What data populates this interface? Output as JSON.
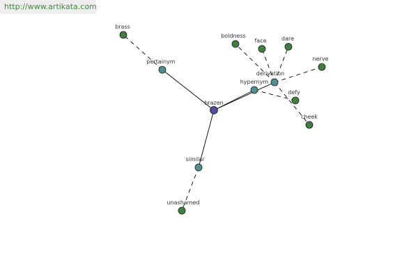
{
  "watermark": {
    "text": "http://www.artikata.com"
  },
  "colors": {
    "center": "#4b4f9e",
    "relation": "#4e8f91",
    "leaf": "#3f7f3f",
    "edge": "#000000"
  },
  "graph": {
    "nodes": [
      {
        "id": "brazen",
        "label": "brazen",
        "kind": "center"
      },
      {
        "id": "pertainym",
        "label": "pertainym",
        "kind": "relation"
      },
      {
        "id": "hypernym",
        "label": "hypernym",
        "kind": "relation"
      },
      {
        "id": "derivation",
        "label": "derivation",
        "kind": "relation"
      },
      {
        "id": "similar",
        "label": "similar",
        "kind": "relation"
      },
      {
        "id": "brass",
        "label": "brass",
        "kind": "leaf"
      },
      {
        "id": "boldness",
        "label": "boldness",
        "kind": "leaf"
      },
      {
        "id": "face",
        "label": "face",
        "kind": "leaf"
      },
      {
        "id": "dare",
        "label": "dare",
        "kind": "leaf"
      },
      {
        "id": "nerve",
        "label": "nerve",
        "kind": "leaf"
      },
      {
        "id": "defy",
        "label": "defy",
        "kind": "leaf"
      },
      {
        "id": "cheek",
        "label": "cheek",
        "kind": "leaf"
      },
      {
        "id": "unashamed",
        "label": "unashamed",
        "kind": "leaf"
      }
    ],
    "edges": [
      {
        "from": "brazen",
        "to": "pertainym",
        "style": "solid"
      },
      {
        "from": "brazen",
        "to": "hypernym",
        "style": "solid"
      },
      {
        "from": "brazen",
        "to": "derivation",
        "style": "solid"
      },
      {
        "from": "brazen",
        "to": "similar",
        "style": "solid"
      },
      {
        "from": "pertainym",
        "to": "brass",
        "style": "dashed"
      },
      {
        "from": "hypernym",
        "to": "defy",
        "style": "dashed"
      },
      {
        "from": "derivation",
        "to": "boldness",
        "style": "dashed"
      },
      {
        "from": "derivation",
        "to": "face",
        "style": "dashed"
      },
      {
        "from": "derivation",
        "to": "dare",
        "style": "dashed"
      },
      {
        "from": "derivation",
        "to": "nerve",
        "style": "dashed"
      },
      {
        "from": "derivation",
        "to": "cheek",
        "style": "dashed"
      },
      {
        "from": "similar",
        "to": "unashamed",
        "style": "dashed"
      }
    ]
  }
}
